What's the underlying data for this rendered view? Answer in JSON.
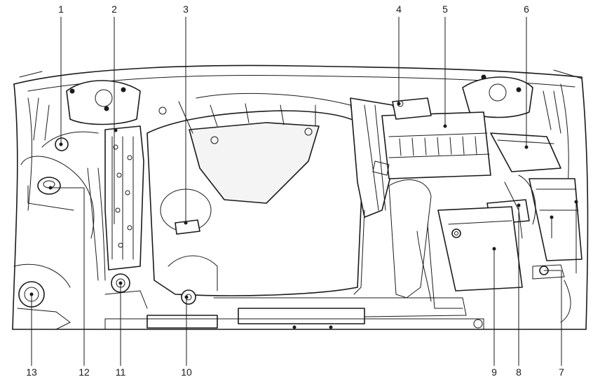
{
  "callouts": [
    {
      "label": "1"
    },
    {
      "label": "2"
    },
    {
      "label": "3"
    },
    {
      "label": "4"
    },
    {
      "label": "5"
    },
    {
      "label": "6"
    },
    {
      "label": "7"
    },
    {
      "label": "8"
    },
    {
      "label": "9"
    },
    {
      "label": "10"
    },
    {
      "label": "11"
    },
    {
      "label": "12"
    },
    {
      "label": "13"
    }
  ],
  "colors": {
    "ink": "#1a1a1a",
    "background": "#ffffff"
  }
}
